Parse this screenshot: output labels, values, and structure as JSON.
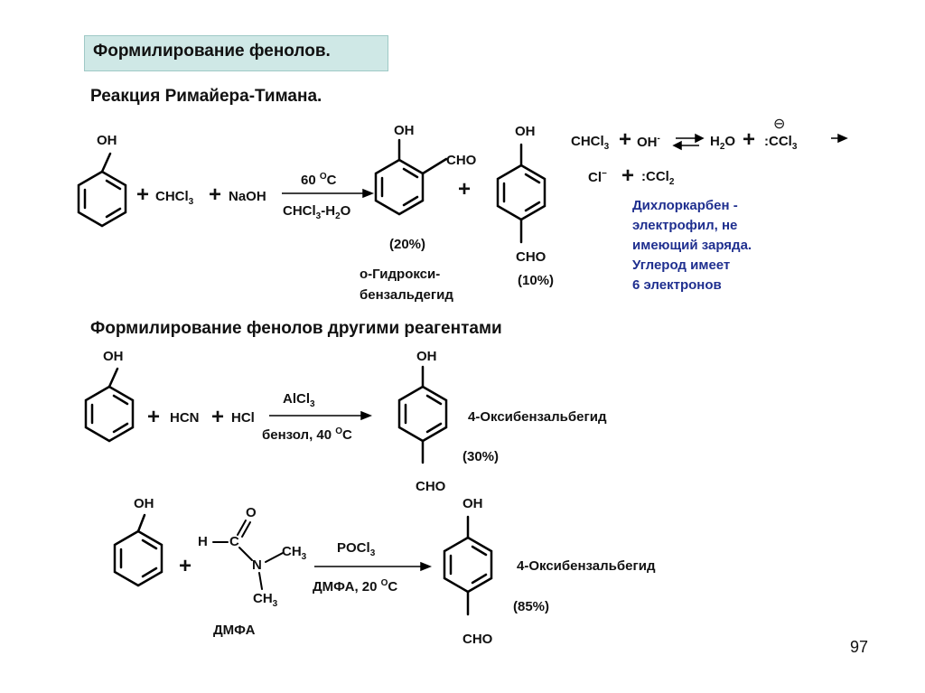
{
  "slide": {
    "title": "Формилирование фенолов.",
    "subtitle_reimer": "Реакция Римайера-Тимана.",
    "subtitle_other": "Формилирование фенолов другими реагентами",
    "page_number": "97"
  },
  "reimer": {
    "oh_phenol": "OH",
    "plus1": "+",
    "chcl3": "CHCl",
    "chcl3_sub": "3",
    "plus2": "+",
    "naoh": "NaOH",
    "cond_top": "60 ",
    "cond_top_sup": "O",
    "cond_top_tail": "C",
    "cond_bottom": "CHCl",
    "cond_bottom_sub1": "3",
    "cond_bottom_mid": "-H",
    "cond_bottom_sub2": "2",
    "cond_bottom_tail": "O",
    "ortho_oh": "OH",
    "ortho_cho": "CHO",
    "ortho_yield": "(20%)",
    "ortho_name_1": "о-Гидрокси-",
    "ortho_name_2": "бензальдегид",
    "plus3": "+",
    "para_oh": "OH",
    "para_cho": "CHO",
    "para_yield": "(10%)"
  },
  "mechanism": {
    "eq1_chcl": "CHCl",
    "eq1_sub": "3",
    "eq1_plus": "+",
    "eq1_oh": "OH",
    "eq1_minus": "-",
    "eq1_h": "H",
    "eq1_h_sub": "2",
    "eq1_o": "O",
    "eq1_plus2": "+",
    "eq1_ccl": ":CCl",
    "eq1_ccl_sub": "3",
    "eq1_anion": "⊖",
    "eq2_cl": "Cl",
    "eq2_minus": "−",
    "eq2_plus": "+",
    "eq2_ccl": ":CCl",
    "eq2_ccl_sub": "2",
    "note": [
      "Дихлоркарбен -",
      "электрофил, не",
      "имеющий заряда.",
      "Углерод имеет",
      "6 электронов"
    ]
  },
  "gattermann": {
    "oh_phenol": "OH",
    "plus1": "+",
    "hcn": "HCN",
    "plus2": "+",
    "hcl": "HCl",
    "cond_top": "AlCl",
    "cond_top_sub": "3",
    "cond_bottom": "бензол, 40 ",
    "cond_bottom_sup": "O",
    "cond_bottom_tail": "C",
    "product_oh": "OH",
    "product_cho": "CHO",
    "product_name": "4-Оксибензальбегид",
    "yield": "(30%)"
  },
  "vilsmeier": {
    "oh_phenol": "OH",
    "plus1": "+",
    "dmf_h": "H",
    "dmf_c": "C",
    "dmf_o": "O",
    "dmf_n": "N",
    "dmf_ch3_top": "CH",
    "dmf_ch3_top_sub": "3",
    "dmf_ch3_bot": "CH",
    "dmf_ch3_bot_sub": "3",
    "dmf_label": "ДМФА",
    "cond_top": "POCl",
    "cond_top_sub": "3",
    "cond_bottom": "ДМФА, 20 ",
    "cond_bottom_sup": "O",
    "cond_bottom_tail": "C",
    "product_oh": "OH",
    "product_cho": "CHO",
    "product_name": "4-Оксибензальбегид",
    "yield": "(85%)"
  },
  "colors": {
    "title_bg": "#cfe8e6",
    "note_text": "#1f2f8f"
  }
}
